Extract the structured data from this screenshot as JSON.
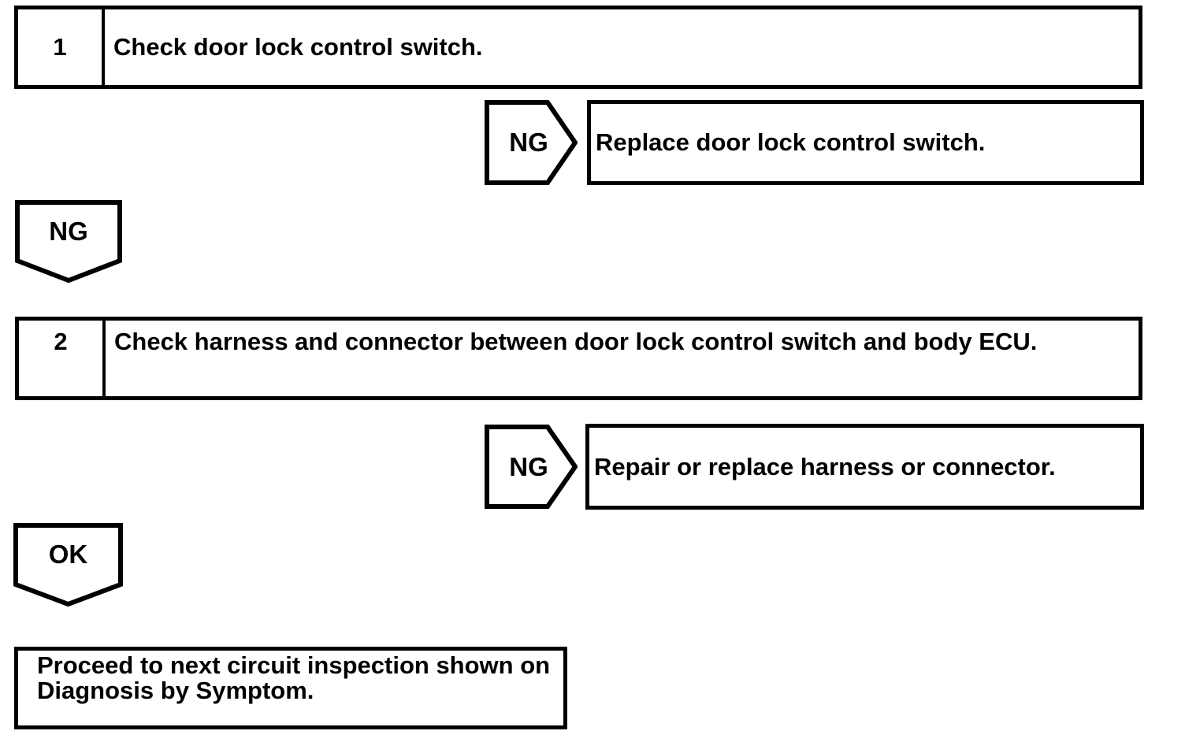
{
  "page": {
    "background": "#ffffff",
    "line_color": "#000000"
  },
  "steps": [
    {
      "number": "1",
      "instruction": "Check door lock control switch.",
      "ng_branch": {
        "label": "NG",
        "action": "Replace door lock control switch."
      },
      "down_connector": {
        "label": "NG"
      }
    },
    {
      "number": "2",
      "instruction": "Check harness and connector between door lock control switch and body ECU.",
      "ng_branch": {
        "label": "NG",
        "action": "Repair or replace harness or connector."
      },
      "down_connector": {
        "label": "OK"
      }
    }
  ],
  "end_box": {
    "line1": "Proceed to next circuit inspection shown on",
    "line2": "Diagnosis by Symptom."
  }
}
